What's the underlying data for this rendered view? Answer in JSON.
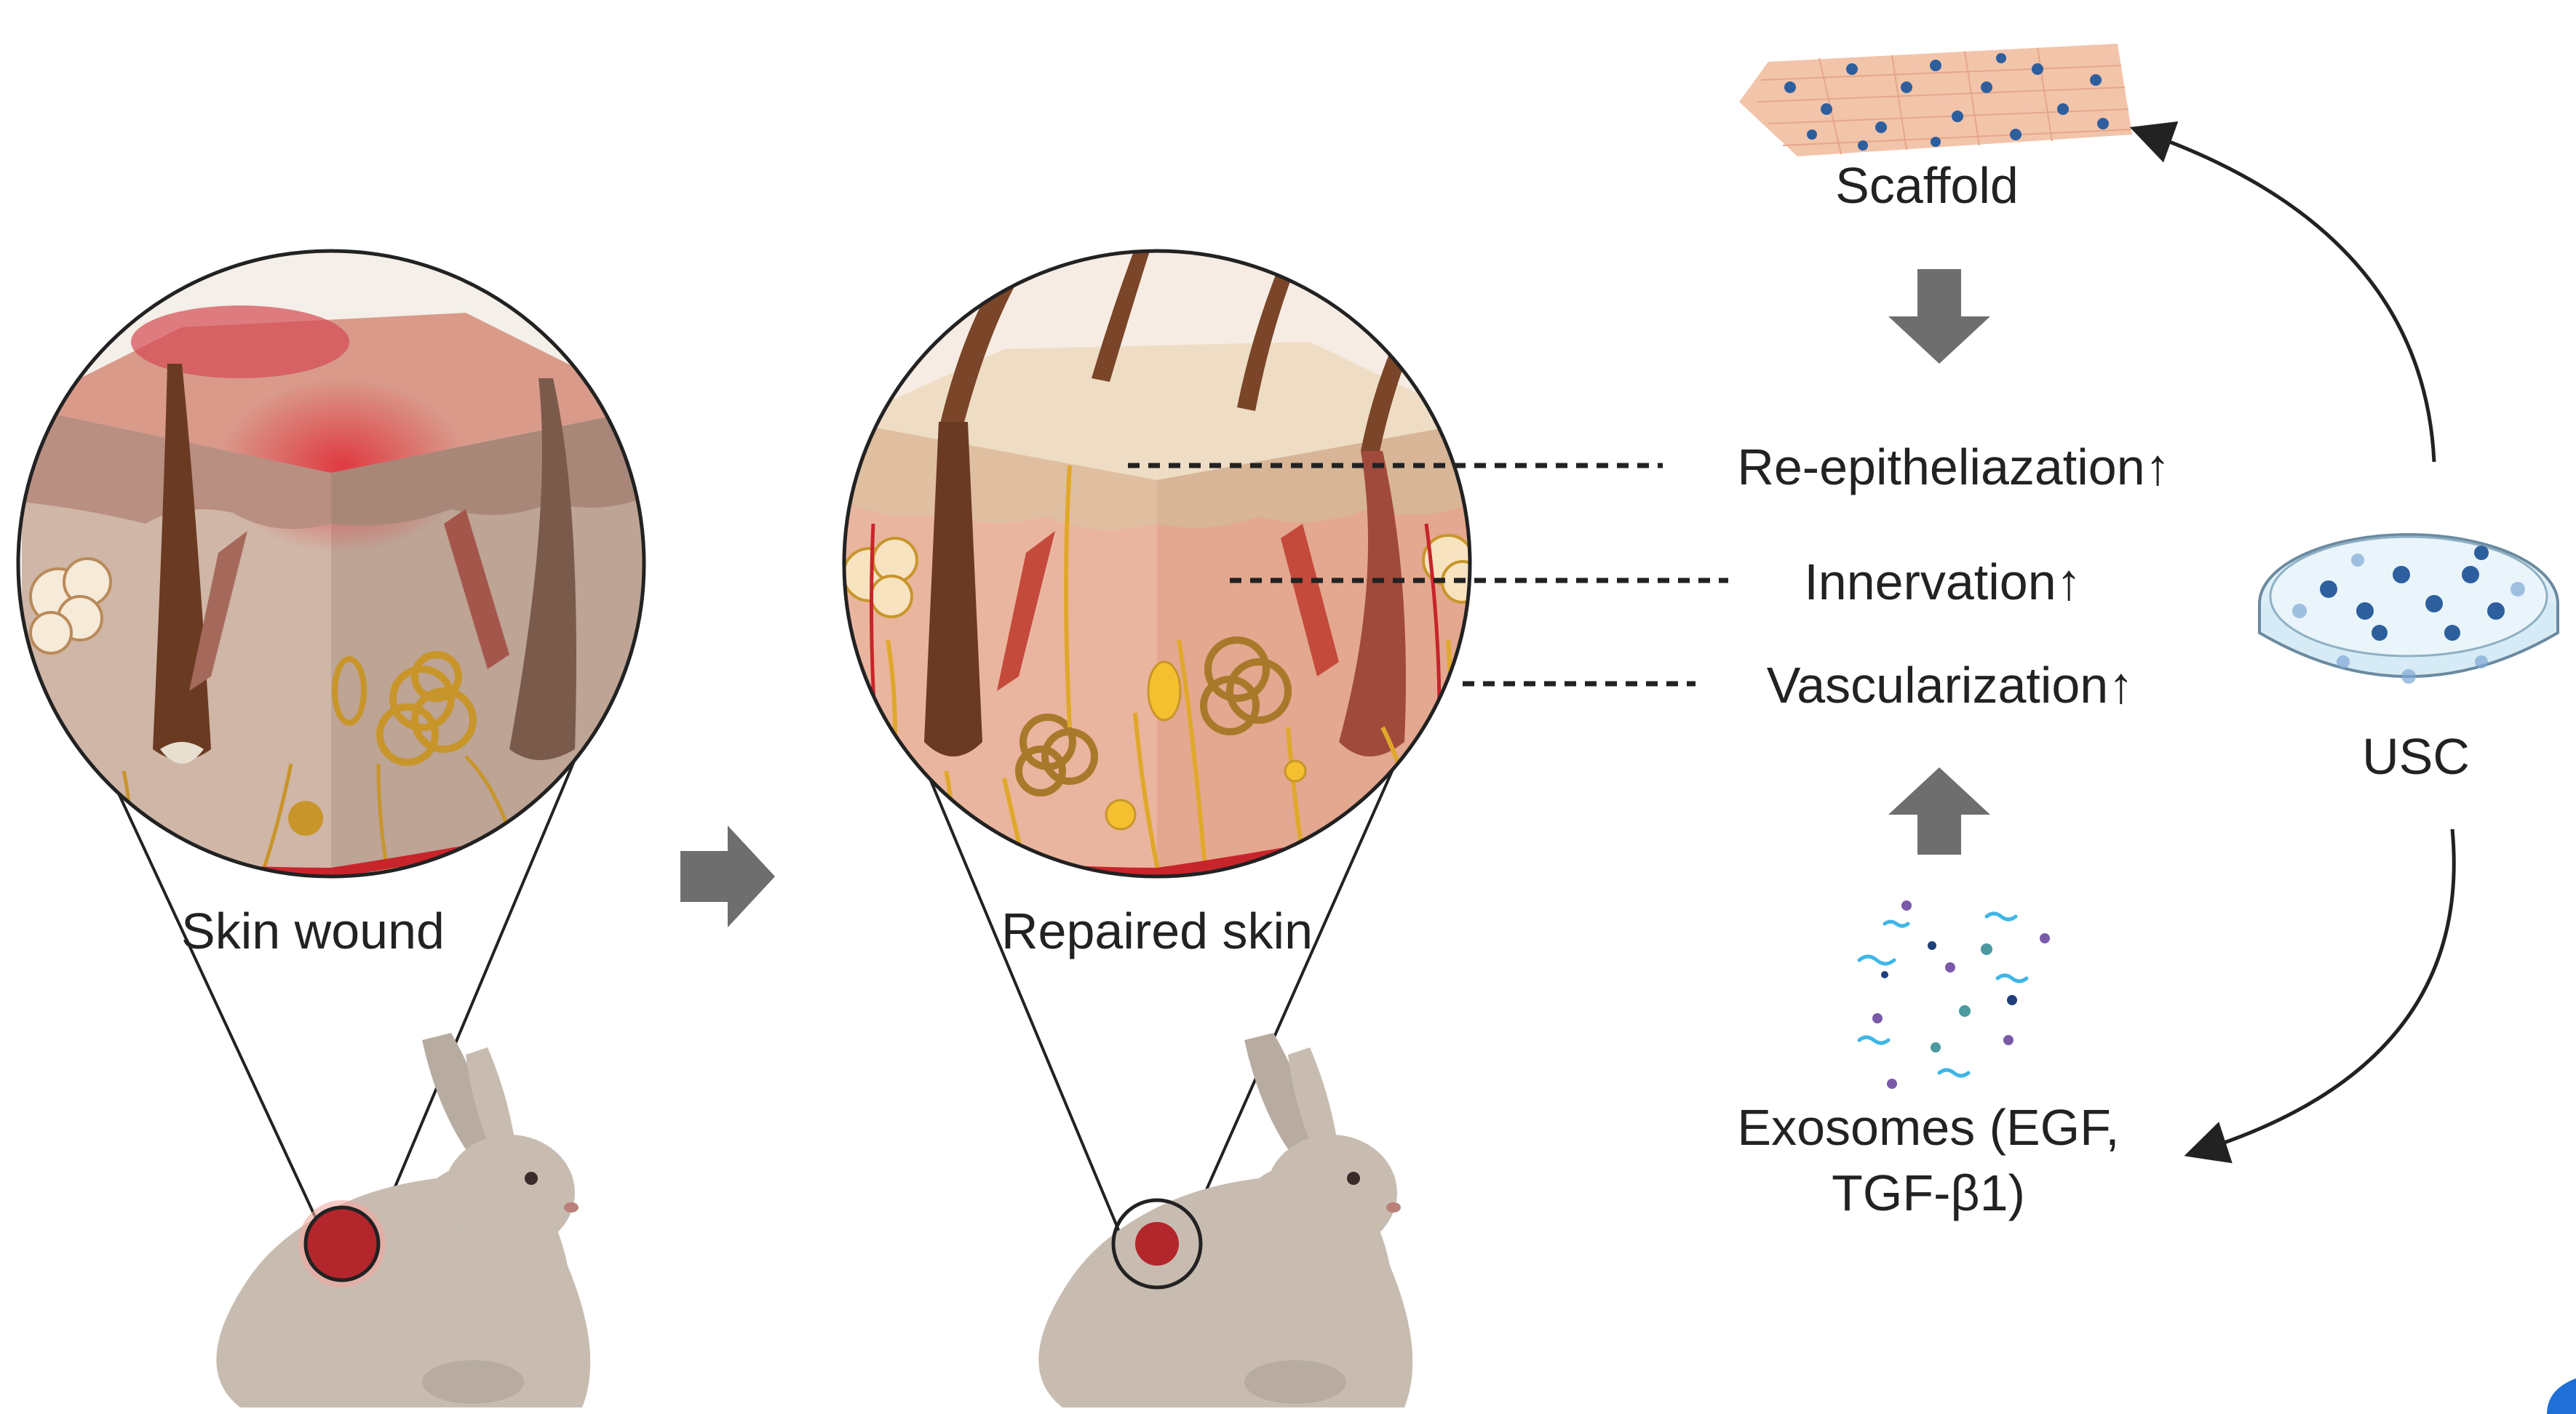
{
  "labels": {
    "skin_wound": "Skin wound",
    "repaired_skin": "Repaired skin",
    "scaffold": "Scaffold",
    "usc": "USC",
    "exosomes_line1": "Exosomes (EGF,",
    "exosomes_line2": "TGF-β1)"
  },
  "effects": [
    {
      "label": "Re-epitheliazation",
      "arrow": "↑"
    },
    {
      "label": "Innervation",
      "arrow": "↑"
    },
    {
      "label": "Vascularization",
      "arrow": "↑"
    }
  ],
  "colors": {
    "flow_arrow": "#6e6e6e",
    "skin_epidermis": "#e2c9ad",
    "skin_dermis": "#e89f84",
    "wound_red": "#c9252b",
    "nerve_gold": "#d9a52a",
    "hair_brown": "#6b3a22",
    "rabbit_fur": "#c8bcb1",
    "cell_blue": "#2d5f9e",
    "vessel_red": "#c8242b",
    "vessel_blue": "#3d4fb0"
  },
  "icons": [
    "skin-cross-section",
    "rabbit",
    "petri-dish",
    "scaffold-mesh",
    "exosome-particles",
    "flow-arrow",
    "curved-arrow"
  ]
}
